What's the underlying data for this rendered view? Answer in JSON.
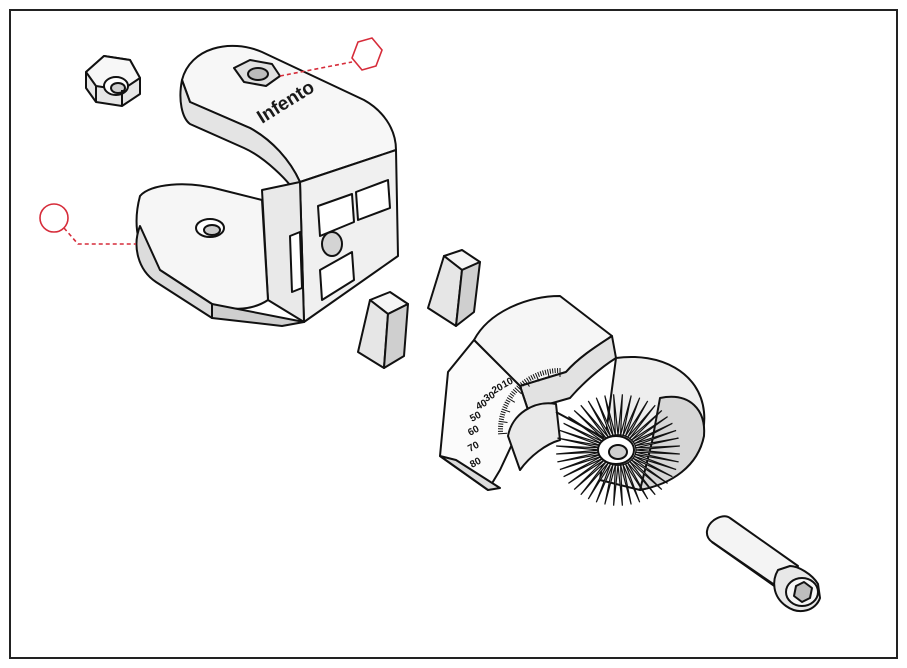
{
  "figure": {
    "brand_text": "Infento",
    "scale_labels": [
      "10",
      "20",
      "30",
      "40",
      "50",
      "60",
      "70",
      "80"
    ],
    "callouts": [
      {
        "name": "hex-nut-callout",
        "shape": "hexagon",
        "color": "#d62c3a"
      },
      {
        "name": "round-hole-callout",
        "shape": "circle",
        "color": "#d62c3a"
      }
    ],
    "parts": [
      "hex-nut",
      "hinge-clamp-bracket",
      "spacer-block-left",
      "spacer-block-right",
      "rotating-hinge-with-scale",
      "socket-head-bolt"
    ]
  },
  "colors": {
    "frame": "#222222",
    "line": "#111111",
    "shade": "#d9d9d9",
    "light": "#f2f2f2",
    "callout": "#d62c3a"
  }
}
